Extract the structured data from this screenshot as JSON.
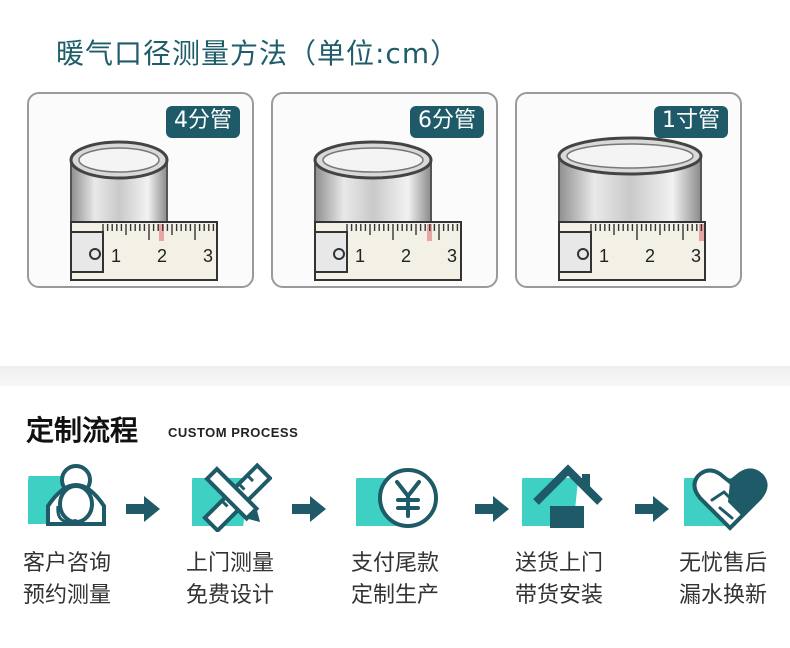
{
  "measure": {
    "title": "暖气口径测量方法（单位:cm）",
    "cards": [
      {
        "tag": "4分管",
        "ticks": [
          "1",
          "2",
          "3"
        ],
        "measured_cm": 2.0
      },
      {
        "tag": "6分管",
        "ticks": [
          "1",
          "2",
          "3"
        ],
        "measured_cm": 2.5
      },
      {
        "tag": "1寸管",
        "ticks": [
          "1",
          "2",
          "3"
        ],
        "measured_cm": 3.2
      }
    ]
  },
  "process": {
    "title": "定制流程",
    "subtitle": "CUSTOM PROCESS",
    "steps": [
      {
        "icon": "customer-service-icon",
        "line1": "客户咨询",
        "line2": "预约测量"
      },
      {
        "icon": "ruler-pencil-icon",
        "line1": "上门测量",
        "line2": "免费设计"
      },
      {
        "icon": "yuan-coin-icon",
        "line1": "支付尾款",
        "line2": "定制生产"
      },
      {
        "icon": "house-icon",
        "line1": "送货上门",
        "line2": "带货安装"
      },
      {
        "icon": "handshake-heart-icon",
        "line1": "无忧售后",
        "line2": "漏水换新"
      }
    ]
  },
  "colors": {
    "primary_dark": "#1e5a67",
    "accent_teal": "#3fd0c4",
    "marker_red": "#e9a4a4"
  }
}
